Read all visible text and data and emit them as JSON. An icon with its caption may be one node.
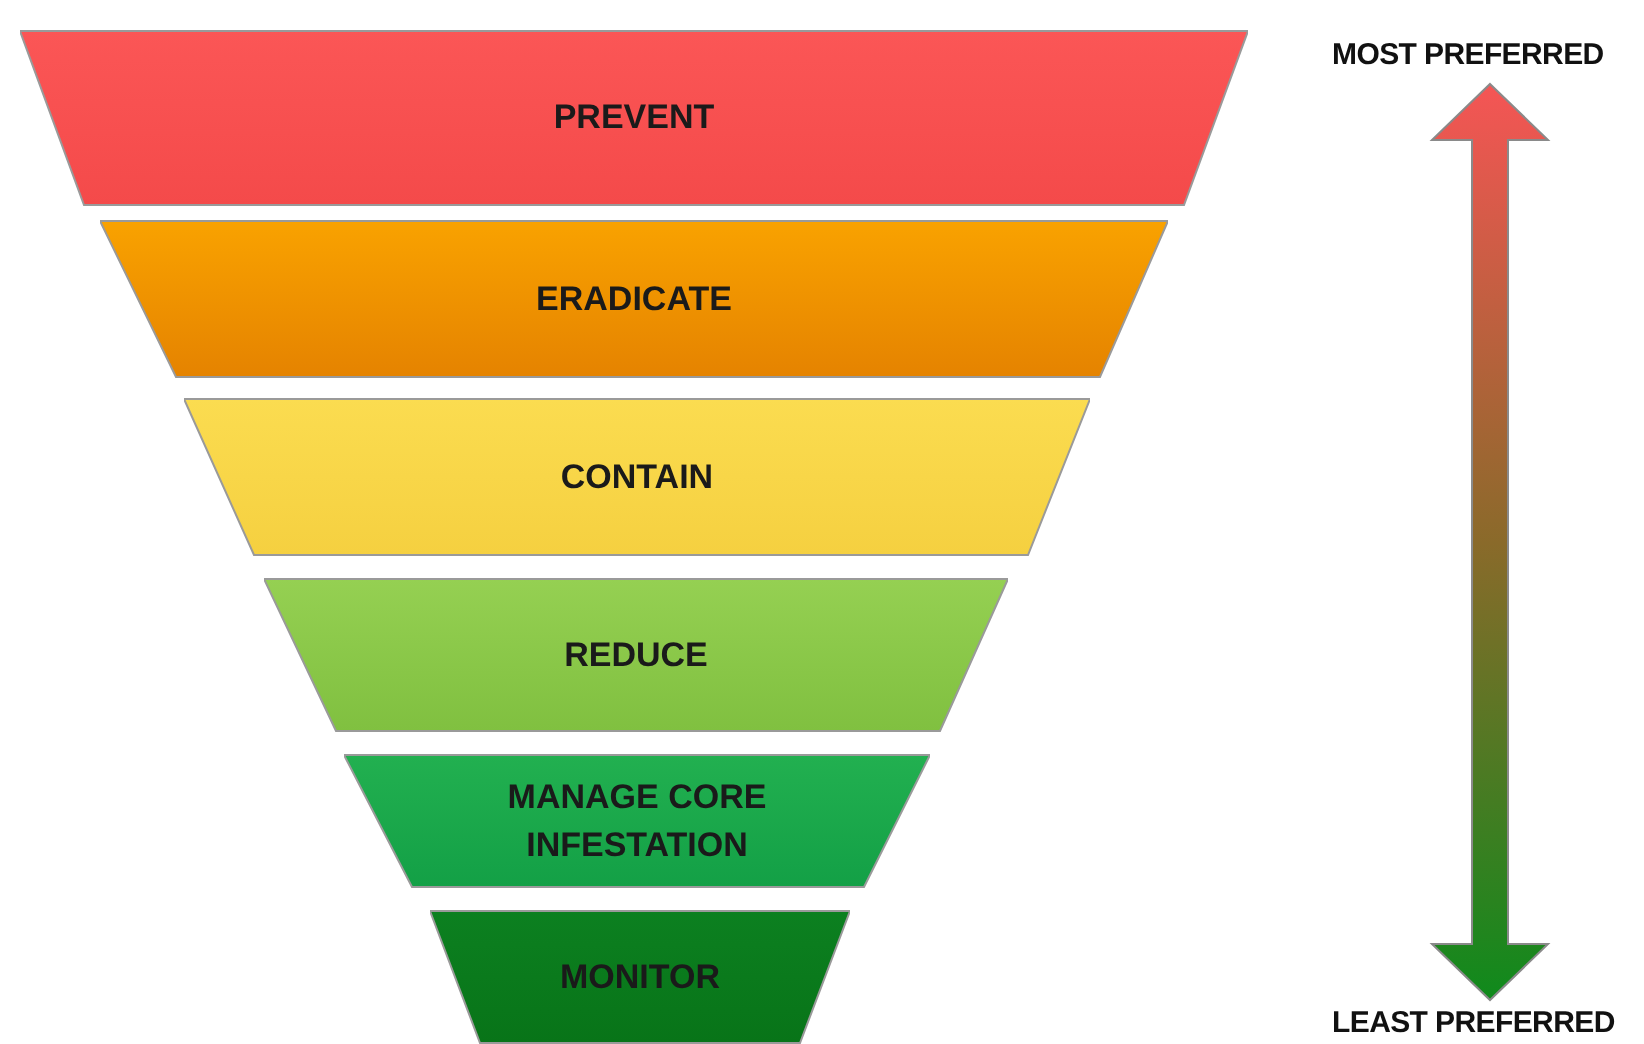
{
  "diagram": {
    "nodes": [
      {
        "text": [
          "PREVENT"
        ]
      },
      {
        "text": [
          "ERADICATE"
        ]
      },
      {
        "text": [
          "CONTAIN"
        ]
      },
      {
        "text": [
          "REDUCE"
        ]
      },
      {
        "text": [
          "MANAGE CORE INFESTATION"
        ]
      },
      {
        "text": [
          "MONITOR"
        ]
      }
    ],
    "labels": [
      "MOST PREFERRED",
      "LEAST PREFERRED"
    ]
  }
}
